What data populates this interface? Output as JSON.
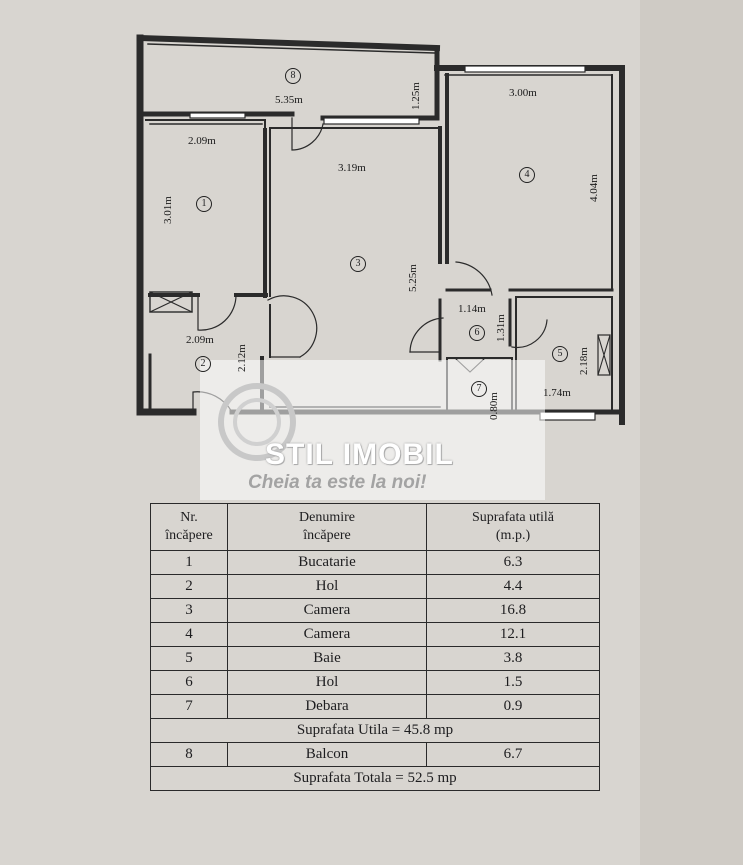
{
  "plan": {
    "dimensions": {
      "balcony_width": "5.35m",
      "balcony_depth": "1.25m",
      "kitchen_top": "2.09m",
      "kitchen_side": "3.01m",
      "hall_width": "2.09m",
      "hall_depth": "2.12m",
      "room3_width": "3.19m",
      "room3_depth": "5.25m",
      "room4_width": "3.00m",
      "room4_depth": "4.04m",
      "hall6_width": "1.14m",
      "hall6_depth": "1.31m",
      "bath_width": "1.74m",
      "bath_depth": "2.18m",
      "storage_depth": "0.80m"
    },
    "room_numbers": [
      "1",
      "2",
      "3",
      "4",
      "5",
      "6",
      "7",
      "8"
    ]
  },
  "watermark": {
    "brand": "STIL IMOBIL",
    "slogan": "Cheia ta este la noi!"
  },
  "table": {
    "headers": [
      "Nr.\nîncăpere",
      "Denumire\nîncăpere",
      "Suprafata utilă\n(m.p.)"
    ],
    "rows": [
      {
        "nr": "1",
        "name": "Bucatarie",
        "area": "6.3"
      },
      {
        "nr": "2",
        "name": "Hol",
        "area": "4.4"
      },
      {
        "nr": "3",
        "name": "Camera",
        "area": "16.8"
      },
      {
        "nr": "4",
        "name": "Camera",
        "area": "12.1"
      },
      {
        "nr": "5",
        "name": "Baie",
        "area": "3.8"
      },
      {
        "nr": "6",
        "name": "Hol",
        "area": "1.5"
      },
      {
        "nr": "7",
        "name": "Debara",
        "area": "0.9"
      }
    ],
    "useful_total": "Suprafata Utila = 45.8 mp",
    "balcony_row": {
      "nr": "8",
      "name": "Balcon",
      "area": "6.7"
    },
    "grand_total": "Suprafata Totala = 52.5 mp"
  },
  "colors": {
    "paper": "#d9d6d1",
    "ink": "#1d1d1f",
    "watermark_grey": "#a3a3a3"
  }
}
